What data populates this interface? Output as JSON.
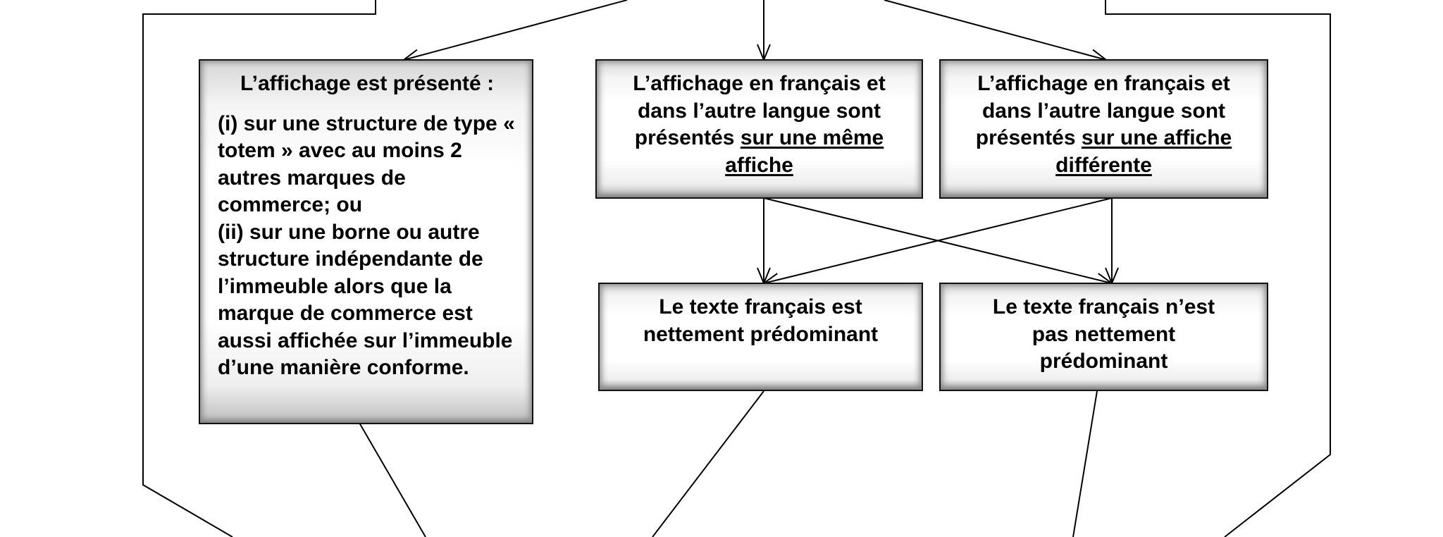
{
  "diagram": {
    "left_box": {
      "title": "L’affichage est présenté :",
      "items": [
        "(i) sur une structure de type « totem » avec au moins 2 autres marques de commerce; ou",
        "(ii) sur une borne ou autre structure indépendante de l’immeuble alors que la marque de commerce est aussi affichée sur l’immeuble d’une manière conforme."
      ]
    },
    "same_sign_box": {
      "text_before": "L’affichage en français et dans l’autre langue sont présentés ",
      "underlined": "sur une même affiche"
    },
    "different_sign_box": {
      "text_before": "L’affichage en français et dans l’autre langue sont présentés ",
      "underlined": "sur une affiche différente"
    },
    "predominant_box": {
      "text": "Le texte français est nettement prédominant"
    },
    "not_predominant_box": {
      "text": "Le texte français n’est pas nettement prédominant"
    }
  }
}
